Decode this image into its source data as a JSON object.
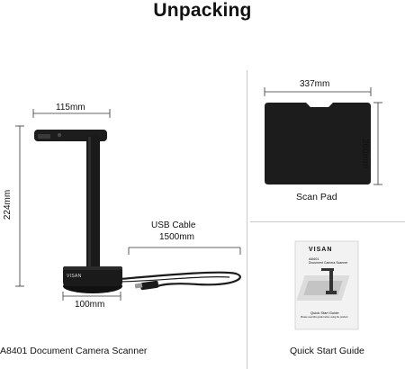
{
  "title": "Unpacking",
  "scanner": {
    "width_label": "115mm",
    "height_label": "224mm",
    "base_label": "100mm",
    "brand": "VISAN",
    "caption": "A8401 Document Camera Scanner"
  },
  "cable": {
    "name": "USB Cable",
    "length": "1500mm"
  },
  "scan_pad": {
    "width_label": "337mm",
    "height_label": "260mm",
    "caption": "Scan Pad"
  },
  "guide": {
    "brand": "VISAN",
    "model": "A8401",
    "subtitle": "Document Camera Scanner",
    "booklet_title": "Quick Start Guide",
    "booklet_note": "Please read this guide before using the product",
    "caption": "Quick Start Guide"
  }
}
